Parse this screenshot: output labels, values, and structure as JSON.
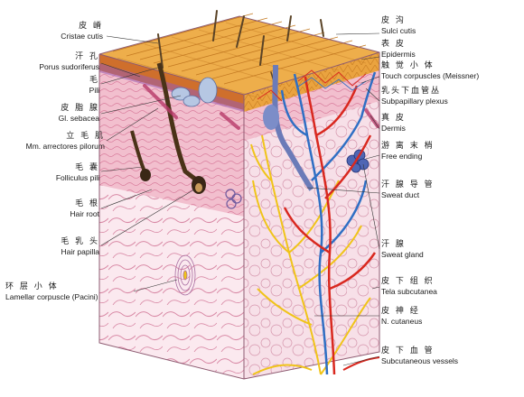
{
  "labels_left": [
    {
      "zh": "皮 嵴",
      "en": "Cristae cutis"
    },
    {
      "zh": "汗 孔",
      "en": "Porus sudoriferus"
    },
    {
      "zh": "毛",
      "en": "Pili"
    },
    {
      "zh": "皮 脂 腺",
      "en": "Gl. sebacea"
    },
    {
      "zh": "立 毛 肌",
      "en": "Mm. arrectores pilorum"
    },
    {
      "zh": "毛 囊",
      "en": "Folliculus pili"
    },
    {
      "zh": "毛 根",
      "en": "Hair root"
    },
    {
      "zh": "毛 乳 头",
      "en": "Hair papilla"
    },
    {
      "zh": "环 层 小 体",
      "en": "Lamellar corpuscle (Pacini)"
    }
  ],
  "labels_right": [
    {
      "zh": "皮 沟",
      "en": "Sulci cutis"
    },
    {
      "zh": "表 皮",
      "en": "Epidermis"
    },
    {
      "zh": "触 觉 小 体",
      "en": "Touch corpuscles (Meissner)"
    },
    {
      "zh": "乳头下血管丛",
      "en": "Subpapillary plexus"
    },
    {
      "zh": "真 皮",
      "en": "Dermis"
    },
    {
      "zh": "游 离 末 梢",
      "en": "Free ending"
    },
    {
      "zh": "汗 腺 导 管",
      "en": "Sweat duct"
    },
    {
      "zh": "汗 腺",
      "en": "Sweat gland"
    },
    {
      "zh": "皮 下 组 织",
      "en": "Tela subcutanea"
    },
    {
      "zh": "皮 神 经",
      "en": "N. cutaneus"
    },
    {
      "zh": "皮 下 血 管",
      "en": "Subcutaneous vessels"
    }
  ],
  "colors": {
    "epidermis": "#e8a23c",
    "dermis": "#f1b8c8",
    "subcutis": "#f6dde6",
    "artery": "#d9281f",
    "vein": "#2f6fc4",
    "nerve": "#f0c419",
    "hair": "#5a4326"
  }
}
